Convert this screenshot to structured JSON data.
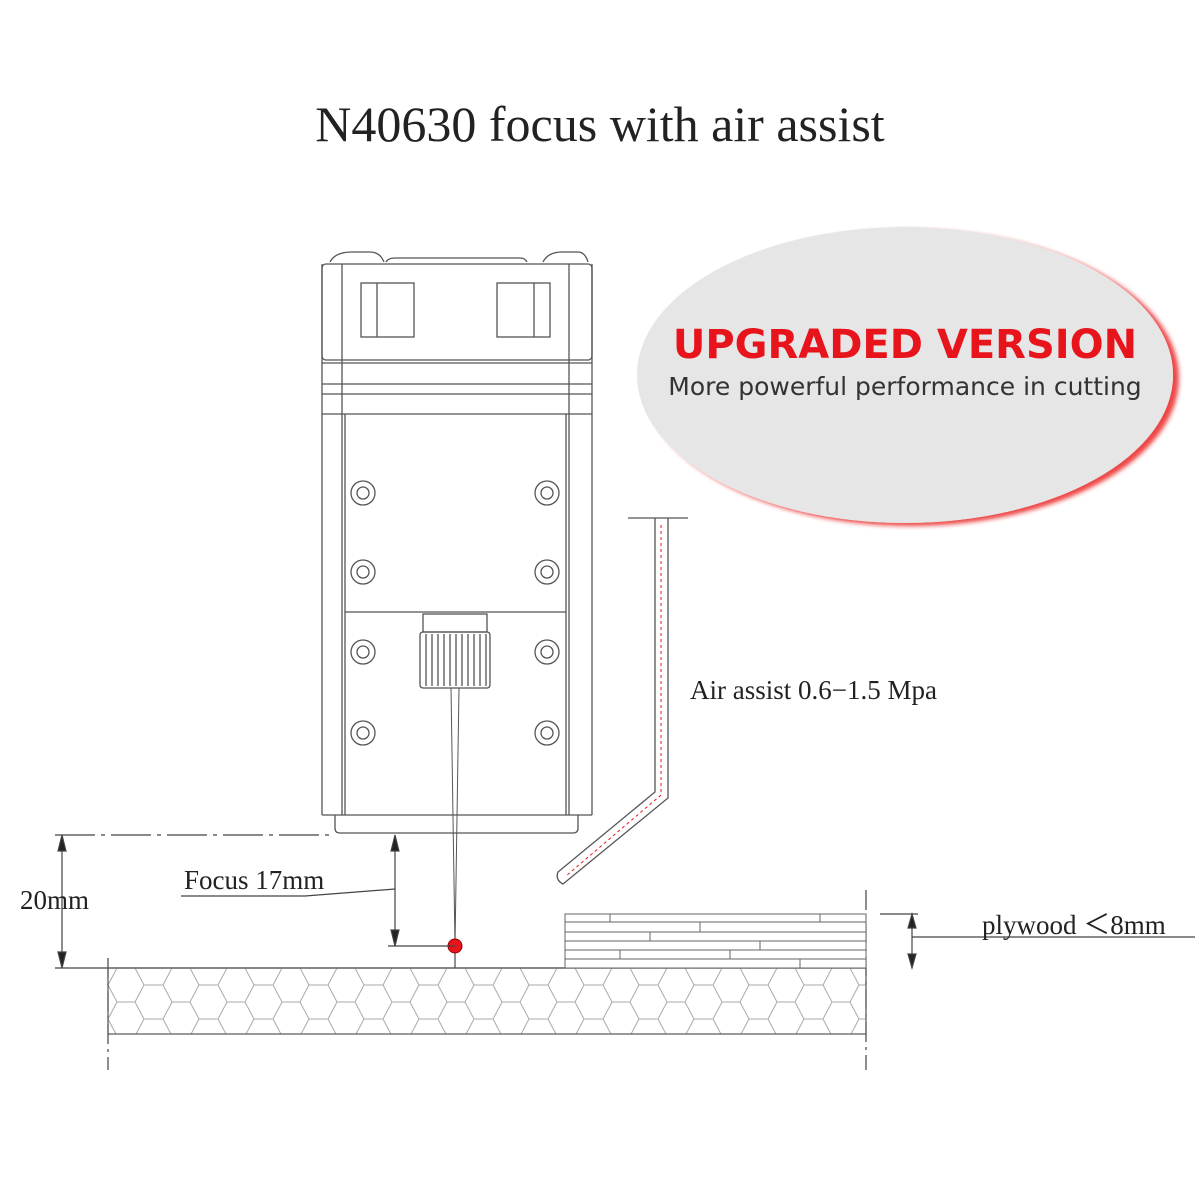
{
  "title": "N40630 focus with air assist",
  "badge": {
    "headline": "UPGRADED VERSION",
    "subtitle": "More powerful performance in cutting"
  },
  "labels": {
    "air_assist": "Air assist 0.6−1.5 Mpa",
    "focus": "Focus 17mm",
    "height": "20mm",
    "plywood": "plywood ＜8mm"
  },
  "colors": {
    "accent": "#e8141b",
    "line": "#555555",
    "badge_bg": "#e6e6e6"
  }
}
